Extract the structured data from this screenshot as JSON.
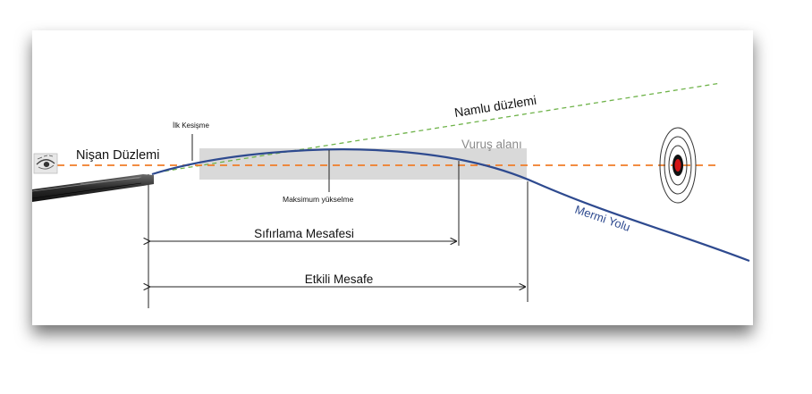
{
  "labels": {
    "nisan_duzlemi": "Nişan Düzlemi",
    "ilk_kesisme": "İlk Kesişme",
    "namlu_duzlemi": "Namlu düzlemi",
    "vurus_alani": "Vuruş alanı",
    "maksimum_yukselme": "Maksimum yükselme",
    "mermi_yolu": "Mermi Yolu",
    "sifirlama_mesafesi": "Sıfırlama Mesafesi",
    "etkili_mesafe": "Etkili Mesafe"
  },
  "colors": {
    "sight_line": "#f07c28",
    "barrel_line": "#6fb34a",
    "trajectory": "#2e4a8f",
    "hit_zone": "#d9d9d9",
    "hit_zone_text": "#8a8a8a",
    "target_center": "#d41515",
    "text": "#111111"
  },
  "icons": {
    "eye": "eye-icon",
    "rifle": "rifle-barrel-icon",
    "target": "bullseye-target-icon"
  }
}
